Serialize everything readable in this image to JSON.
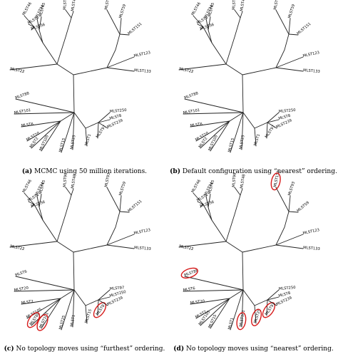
{
  "figure": {
    "panels": [
      {
        "id": "a",
        "tag": "(a)",
        "caption": "MCMC using 50 million iterations.",
        "labels": [
          "MLST34",
          "MLST45",
          "MLST98",
          "MLST48",
          "MLST93",
          "MLST59",
          "MLST151",
          "MLST123",
          "MLST133",
          "MLST22",
          "MLST88",
          "MLST101",
          "MLST6",
          "MLST20",
          "MLST2",
          "MLST105",
          "MLST15",
          "MLST25",
          "MLST1",
          "MLST97",
          "MLST239",
          "MLST8",
          "MLST250",
          "MLST46",
          "MLST4",
          "MLST36"
        ],
        "highlighted": []
      },
      {
        "id": "b",
        "tag": "(b)",
        "caption": "Default configuration using “nearest” ordering.",
        "labels": [
          "MLST34",
          "MLST45",
          "MLST98",
          "MLST48",
          "MLST93",
          "MLST59",
          "MLST151",
          "MLST123",
          "MLST133",
          "MLST22",
          "MLST88",
          "MLST101",
          "MLST6",
          "MLST20",
          "MLST2",
          "MLST105",
          "MLST15",
          "MLST25",
          "MLST1",
          "MLST97",
          "MLST239",
          "MLST8",
          "MLST250",
          "MLST46",
          "MLST4",
          "MLST36"
        ],
        "highlighted": []
      },
      {
        "id": "c",
        "tag": "(c)",
        "caption": "No topology moves using “furthest” ordering.",
        "labels": [
          "MLST34",
          "MLST45",
          "MLST98",
          "MLST48",
          "MLST93",
          "MLST59",
          "MLST151",
          "MLST123",
          "MLST133",
          "MLST22",
          "MLST6",
          "MLST20",
          "MLST2",
          "MLST105",
          "MLST88",
          "MLST101",
          "MLST25",
          "MLST1",
          "MLST15",
          "MLST8",
          "MLST239",
          "MLST250",
          "MLST97",
          "MLST46",
          "MLST4",
          "MLST36"
        ],
        "highlighted": [
          "MLST88",
          "MLST101",
          "MLST8"
        ]
      },
      {
        "id": "d",
        "tag": "(d)",
        "caption": "No topology moves using “nearest” ordering.",
        "labels": [
          "MLST34",
          "MLST45",
          "MLST98",
          "MLST48",
          "MLST151",
          "MLST93",
          "MLST59",
          "MLST123",
          "MLST133",
          "MLST22",
          "MLST88",
          "MLST6",
          "MLST20",
          "MLST2",
          "MLST105",
          "MLST15",
          "MLST1",
          "MLST101",
          "MLST25",
          "MLST97",
          "MLST239",
          "MLST8",
          "MLST250",
          "MLST46",
          "MLST4",
          "MLST36"
        ],
        "highlighted": [
          "MLST151",
          "MLST88",
          "MLST101",
          "MLST25",
          "MLST97"
        ]
      }
    ]
  }
}
